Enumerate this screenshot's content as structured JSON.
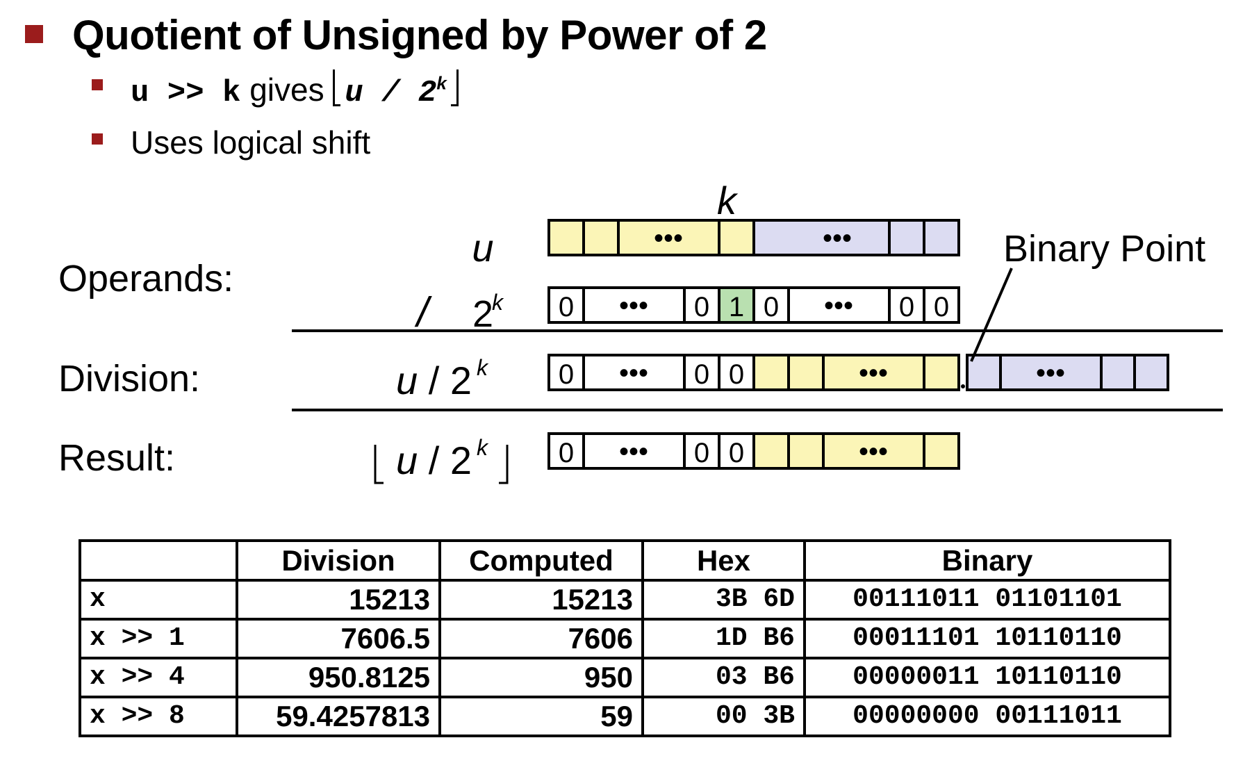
{
  "title": "Quotient of Unsigned by Power of 2",
  "bullets": [
    {
      "code": "u >> k",
      "text": "gives",
      "formula_code": "u / 2",
      "formula_exp": "k"
    },
    {
      "text": "Uses logical shift"
    }
  ],
  "diagram": {
    "k_label": "k",
    "row_labels": {
      "operands": "Operands:",
      "division": "Division:",
      "result": "Result:"
    },
    "expr": {
      "u": "u",
      "divide_slash": "/",
      "two": "2",
      "exp": "k",
      "u_div": "u / 2",
      "floor_u_div": "u / 2"
    },
    "binary_point_label": "Binary Point",
    "cell_values": {
      "zero": "0",
      "one": "1",
      "ellipsis": "•••"
    },
    "colors": {
      "yellow": "#fbf5b7",
      "lavender": "#dcdcf2",
      "green": "#b9e0b0",
      "bullet": "#9b1c1c"
    }
  },
  "table": {
    "headers": [
      "",
      "Division",
      "Computed",
      "Hex",
      "Binary"
    ],
    "rows": [
      {
        "label": "x",
        "division": "15213",
        "computed": "15213",
        "hex": "3B 6D",
        "binary": "00111011 01101101"
      },
      {
        "label": "x >> 1",
        "division": "7606.5",
        "computed": "7606",
        "hex": "1D B6",
        "binary": "00011101 10110110"
      },
      {
        "label": "x >> 4",
        "division": "950.8125",
        "computed": "950",
        "hex": "03 B6",
        "binary": "00000011 10110110"
      },
      {
        "label": "x >> 8",
        "division": "59.4257813",
        "computed": "59",
        "hex": "00 3B",
        "binary": "00000000 00111011"
      }
    ]
  }
}
